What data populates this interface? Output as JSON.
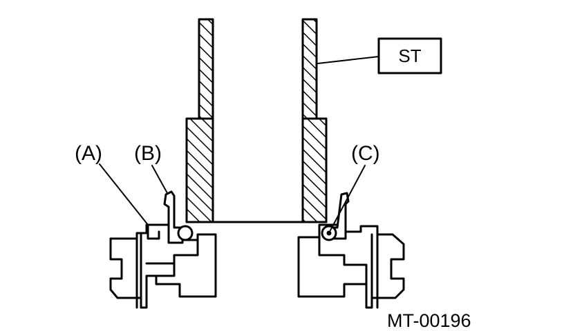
{
  "labels": {
    "a": "(A)",
    "b": "(B)",
    "c": "(C)",
    "st": "ST",
    "figure_id": "MT-00196"
  },
  "colors": {
    "line": "#000000",
    "background": "#ffffff"
  }
}
